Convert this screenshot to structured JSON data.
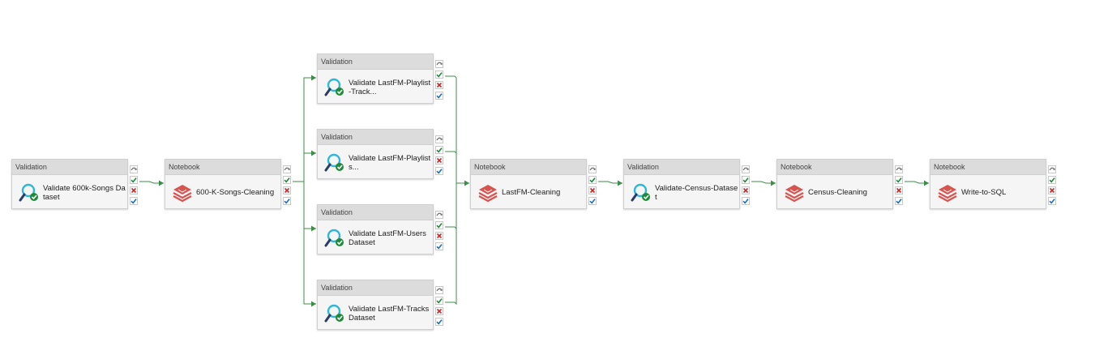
{
  "colors": {
    "connector": "#3d8c47",
    "success": "#1f8a3a",
    "failure": "#c62828",
    "completion": "#1d6fc1",
    "skip": "#6e6e6e",
    "validation_icon": "#2fb7d8",
    "notebook_icon": "#d9534f"
  },
  "activities": [
    {
      "id": "v600k",
      "type": "Validation",
      "label": "Validate 600k-Songs Dataset",
      "icon": "validation-icon"
    },
    {
      "id": "nb600k",
      "type": "Notebook",
      "label": "600-K-Songs-Cleaning",
      "icon": "notebook-icon"
    },
    {
      "id": "vPlaylistTrack",
      "type": "Validation",
      "label": "Validate LastFM-Playlist-Track...",
      "icon": "validation-icon"
    },
    {
      "id": "vPlaylists",
      "type": "Validation",
      "label": "Validate LastFM-Playlists...",
      "icon": "validation-icon"
    },
    {
      "id": "vUsers",
      "type": "Validation",
      "label": "Validate LastFM-Users Dataset",
      "icon": "validation-icon"
    },
    {
      "id": "vTracks",
      "type": "Validation",
      "label": "Validate LastFM-Tracks Dataset",
      "icon": "validation-icon"
    },
    {
      "id": "nbLastFM",
      "type": "Notebook",
      "label": "LastFM-Cleaning",
      "icon": "notebook-icon"
    },
    {
      "id": "vCensus",
      "type": "Validation",
      "label": "Validate-Census-Dataset",
      "icon": "validation-icon"
    },
    {
      "id": "nbCensus",
      "type": "Notebook",
      "label": "Census-Cleaning",
      "icon": "notebook-icon"
    },
    {
      "id": "nbSQL",
      "type": "Notebook",
      "label": "Write-to-SQL",
      "icon": "notebook-icon"
    }
  ]
}
